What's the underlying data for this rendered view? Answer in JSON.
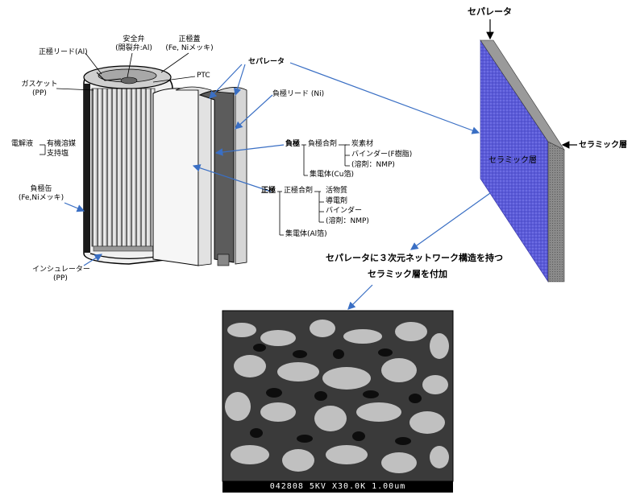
{
  "battery": {
    "labels": {
      "positive_lead": "正極リード(Al)",
      "safety_valve": "安全弁\n(開裂弁:Al)",
      "positive_cap": "正極蓋\n(Fe, Niメッキ)",
      "ptc": "PTC",
      "gasket": "ガスケット\n(PP)",
      "separator": "セパレータ",
      "negative_lead": "負極リード (Ni)",
      "electrolyte": "電解液",
      "organic_solvent": "有機溶媒",
      "support_salt": "支持塩",
      "negative_can": "負極缶\n(Fe,Niメッキ)",
      "insulator": "インシュレーター\n(PP)"
    },
    "anode": {
      "title": "負極",
      "mixture": "負極合剤",
      "items": [
        "炭素材",
        "バインダー(F樹脂)",
        "(溶剤：NMP)"
      ],
      "collector": "集電体(Cu箔)"
    },
    "cathode": {
      "title": "正極",
      "mixture": "正極合剤",
      "items": [
        "活物質",
        "導電剤",
        "バインダー",
        "(溶剤：NMP)"
      ],
      "collector": "集電体(Al箔)"
    }
  },
  "panel": {
    "separator_label": "セパレータ",
    "ceramic_inside": "セラミック層",
    "ceramic_side": "セラミック層",
    "panel_color": "#5a5ad8"
  },
  "caption": {
    "line1": "セパレータに３次元ネットワーク構造を持つ",
    "line2": "セラミック層を付加"
  },
  "sem": {
    "caption": "042808  5KV X30.0K 1.00um"
  },
  "colors": {
    "arrow": "#3a6fc4",
    "line": "#000000"
  }
}
